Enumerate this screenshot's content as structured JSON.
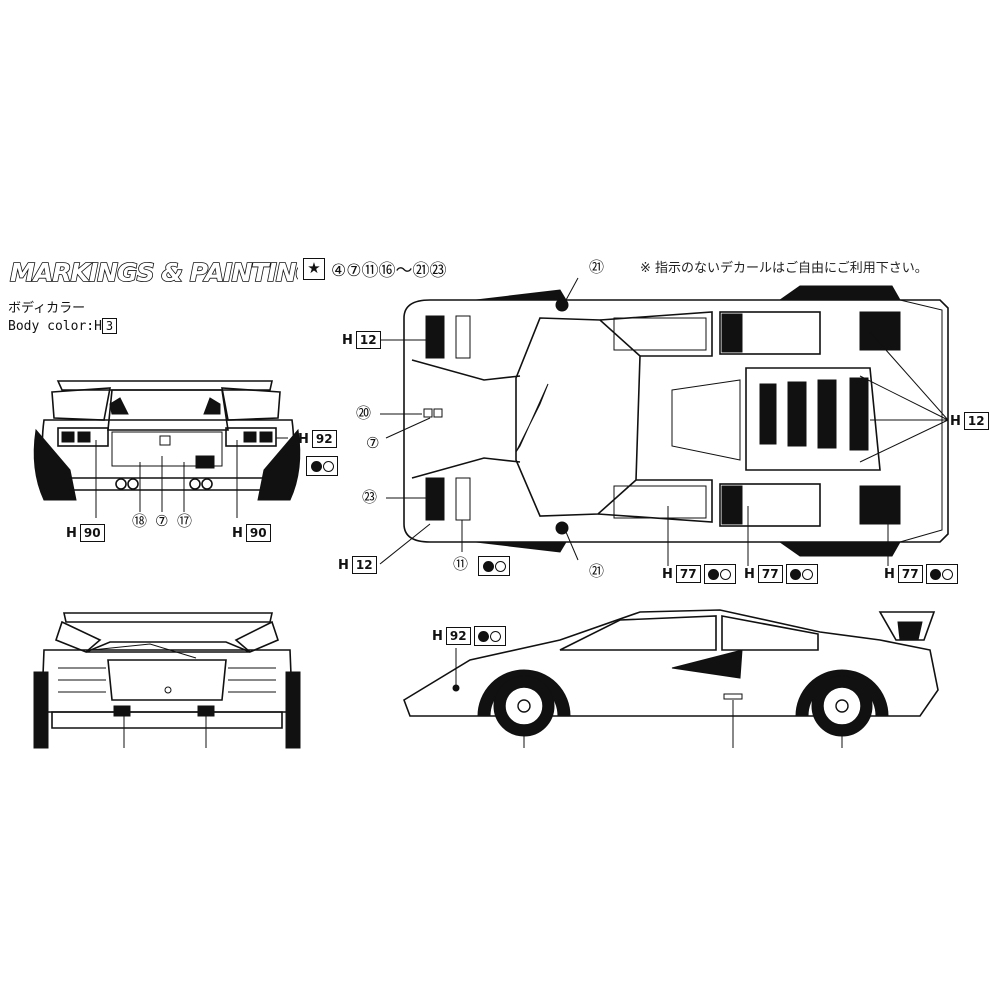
{
  "header": {
    "title": "MARKINGS & PAINTING",
    "decal_star": "★",
    "decal_list": "④⑦⑪⑯〜㉑㉓",
    "note": "※ 指示のないデカールはご自由にご利用下さい。"
  },
  "body_color": {
    "label_jp": "ボディカラー",
    "label_en": "Body color:H",
    "code": "3"
  },
  "paint_codes": {
    "h_prefix": "H",
    "rear_left": "90",
    "rear_right": "90",
    "rear_lamp": "92",
    "top_front_upper": "12",
    "top_front_lower": "12",
    "top_engine": "12",
    "top_side_1": "77",
    "top_side_2": "77",
    "top_side_3": "77",
    "side_lamp": "92"
  },
  "callouts": {
    "rear_18": "⑱",
    "rear_7": "⑦",
    "rear_17": "⑰",
    "top_21_upper": "㉑",
    "top_21_lower": "㉑",
    "top_20": "⑳",
    "top_7": "⑦",
    "top_23": "㉓",
    "top_11": "⑪"
  },
  "colors": {
    "ink": "#111111",
    "paper": "#ffffff"
  }
}
